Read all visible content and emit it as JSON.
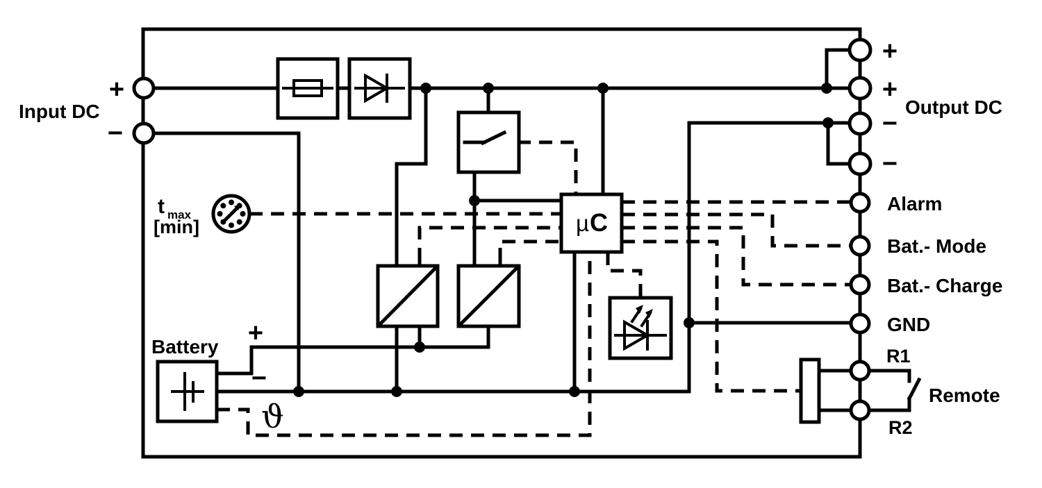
{
  "colors": {
    "line": "#000000",
    "background": "#ffffff"
  },
  "input": {
    "label": "Input DC",
    "plus": "+",
    "minus": "−"
  },
  "output": {
    "label": "Output DC",
    "plus1": "+",
    "plus2": "+",
    "minus1": "−",
    "minus2": "−"
  },
  "signals": {
    "alarm": "Alarm",
    "bat_mode": "Bat.- Mode",
    "bat_charge": "Bat.- Charge",
    "gnd": "GND"
  },
  "remote": {
    "r1": "R1",
    "r2": "R2",
    "label": "Remote"
  },
  "battery": {
    "label": "Battery",
    "plus": "+",
    "minus": "−",
    "theta": "ϑ"
  },
  "timer": {
    "symbol": "t",
    "subscript": "max",
    "unit": "[min]"
  },
  "microcontroller": {
    "mu": "µ",
    "c": "C"
  },
  "icons": {
    "fuse": "fuse-icon",
    "diode": "diode-icon",
    "switch": "switch-contact-icon",
    "converter_left": "dc-dc-converter-icon",
    "converter_right": "dc-dc-converter-icon",
    "led": "led-icon",
    "battery_cell": "battery-cell-icon",
    "timer_dial": "timer-dial-icon",
    "remote_connector": "remote-connector-block"
  }
}
